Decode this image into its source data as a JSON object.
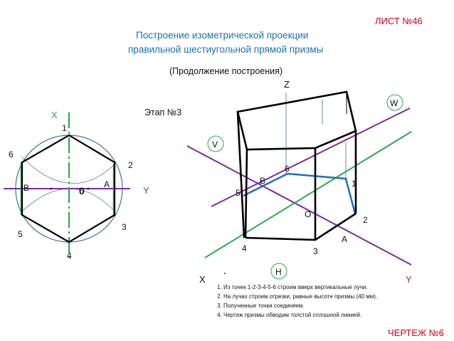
{
  "header": {
    "sheet": "ЛИСТ №46",
    "title_line1": "Построение изометрической проекции",
    "title_line2": "правильной шестиугольной прямой призмы",
    "subtitle": "(Продолжение построения)",
    "stage": "Этап №3"
  },
  "footer": {
    "drawing": "ЧЕРТЕЖ №6"
  },
  "left_figure": {
    "axis_x": "X",
    "axis_y": "Y",
    "center": "0",
    "point_a": "A",
    "point_b": "B",
    "v1": "1",
    "v2": "2",
    "v3": "3",
    "v4": "4",
    "v5": "5",
    "v6": "6"
  },
  "right_figure": {
    "axis_x": "X",
    "axis_y": "Y",
    "axis_z": "Z",
    "plane_v": "V",
    "plane_w": "W",
    "plane_h": "H",
    "origin": "O",
    "point_a": "A",
    "point_b": "B",
    "v1": "1",
    "v2": "2",
    "v3": "3",
    "v4": "4",
    "v5": "5",
    "v6": "6"
  },
  "steps": [
    "Из точек 1-2-3-4-5-6 строим вверх вертикальные лучи.",
    "На лучах строим отрезки, равные высоте призмы (40 мм).",
    "Полученные точки соединяем.",
    "Чертеж призмы обводим толстой сплошной линией."
  ],
  "colors": {
    "red": "#d0021b",
    "blue": "#1f6fb5",
    "purple": "#7b2d9b",
    "green": "#2fa84f",
    "steel": "#4a6f99"
  }
}
